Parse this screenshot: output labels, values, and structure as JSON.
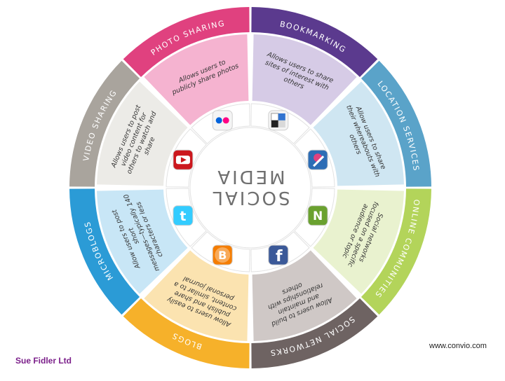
{
  "center": {
    "line1": "SOCIAL",
    "line2": "MEDIA"
  },
  "segments": [
    {
      "title": "PHOTO SHARING",
      "text": "Allows users to publicly share photos",
      "outer": "#e0417f",
      "inner": "#f5b3d0",
      "icon": "flickr-icon",
      "icon_colors": [
        "#0063dc",
        "#ff0084"
      ]
    },
    {
      "title": "BOOKMARKING",
      "text": "Allows users to share sites of interest with others",
      "outer": "#5b3a8e",
      "inner": "#d6cbe6",
      "icon": "delicious-icon",
      "icon_colors": [
        "#3274d0",
        "#222222"
      ]
    },
    {
      "title": "LOCATION SERVICES",
      "text": "Allow users to share their whereabouts with others",
      "outer": "#5aa3c9",
      "inner": "#cfe6f2",
      "icon": "foursquare-icon",
      "icon_colors": [
        "#2d6db5",
        "#e0417f"
      ]
    },
    {
      "title": "ONLINE COMMUNITIES",
      "text": "Social networks focused on a specific audience or topic",
      "outer": "#b3d45a",
      "inner": "#e9f2cf",
      "icon": "ning-icon",
      "icon_colors": [
        "#6aa12f",
        "#ffffff"
      ]
    },
    {
      "title": "SOCIAL NETWORKS",
      "text": "Allow users to build and maintain relationships with others",
      "outer": "#6e6362",
      "inner": "#cfc8c6",
      "icon": "facebook-icon",
      "icon_colors": [
        "#3b5998",
        "#ffffff"
      ]
    },
    {
      "title": "BLOGS",
      "text": "Allow users to easily publish and share content, similar to a personal journal",
      "outer": "#f6b12a",
      "inner": "#fbe3b0",
      "icon": "blogger-icon",
      "icon_colors": [
        "#f57d00",
        "#ffffff"
      ]
    },
    {
      "title": "MICROBLOGS",
      "text": "Allow users to post short messages—typically 140 characters or less",
      "outer": "#2b9bd6",
      "inner": "#c8e6f6",
      "icon": "twitter-icon",
      "icon_colors": [
        "#33ccff",
        "#ffffff"
      ]
    },
    {
      "title": "VIDEO SHARING",
      "text": "Allows users to post video content for others to watch and share",
      "outer": "#a9a49d",
      "inner": "#ecebe7",
      "icon": "youtube-icon",
      "icon_colors": [
        "#cc181e",
        "#ffffff"
      ]
    }
  ],
  "footer": {
    "left": "Sue Fidler Ltd",
    "right": "www.convio.com"
  }
}
